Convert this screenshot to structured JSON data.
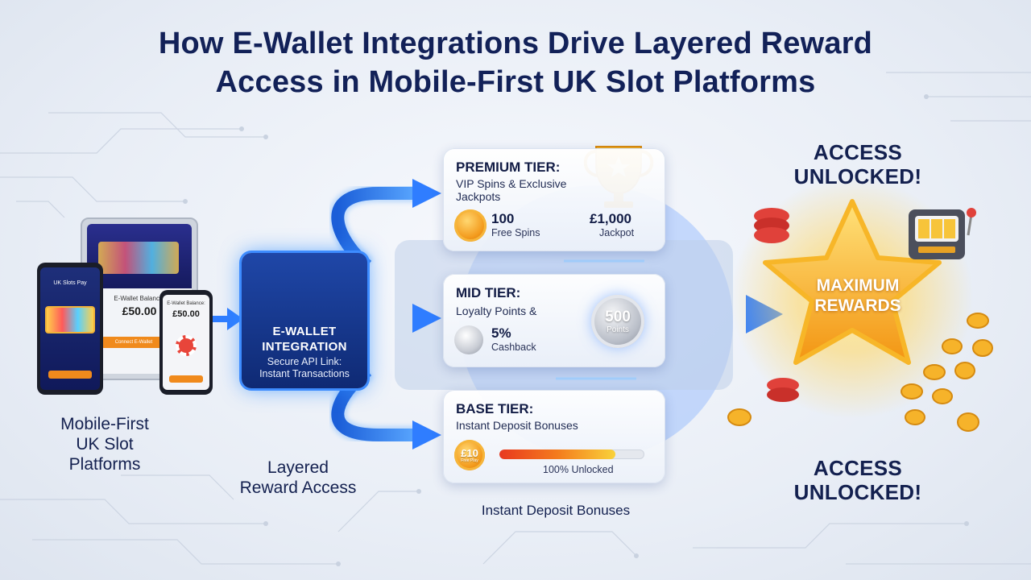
{
  "title": {
    "line1": "How E-Wallet Integrations Drive Layered Reward",
    "line2": "Access in Mobile-First UK Slot Platforms"
  },
  "devices": {
    "phone_title": "UK Slots Pay",
    "tablet_label": "E-Wallet Balance:",
    "tablet_amount": "£50.00",
    "tablet_button": "Connect E-Wallet",
    "phone_amount": "£50.00",
    "phone_label": "E-Wallet Balance:"
  },
  "labels": {
    "mobile_first": [
      "Mobile-First",
      "UK Slot",
      "Platforms"
    ],
    "layered": [
      "Layered",
      "Reward Access"
    ]
  },
  "ewallet": {
    "title": [
      "E-WALLET",
      "INTEGRATION"
    ],
    "subtitle": [
      "Secure API Link:",
      "Instant Transactions"
    ]
  },
  "tiers": {
    "premium": {
      "title": "PREMIUM TIER:",
      "desc": [
        "VIP Spins & Exclusive",
        "Jackpots"
      ],
      "spins_value": "100",
      "spins_label": "Free Spins",
      "jackpot_value": "£1,000",
      "jackpot_label": "Jackpot"
    },
    "mid": {
      "title": "MID TIER:",
      "desc": "Loyalty Points &",
      "cashback_value": "5%",
      "cashback_label": "Cashback",
      "points_value": "500",
      "points_label": "Points"
    },
    "base": {
      "title": "BASE TIER:",
      "desc": "Instant Deposit Bonuses",
      "coin_value": "£10",
      "coin_label": "Free Play",
      "progress": 0.8,
      "progress_label": "100% Unlocked"
    }
  },
  "under_base": "Instant Deposit Bonuses",
  "right": {
    "access_top": [
      "ACCESS",
      "UNLOCKED!"
    ],
    "max": [
      "MAXIMUM",
      "REWARDS"
    ],
    "access_bottom": [
      "ACCESS",
      "UNLOCKED!"
    ]
  },
  "colors": {
    "navy": "#13204f",
    "flow_blue": "#2f7dff",
    "accent_orange": "#f39a1c",
    "star_gold": "#ffb21e"
  }
}
